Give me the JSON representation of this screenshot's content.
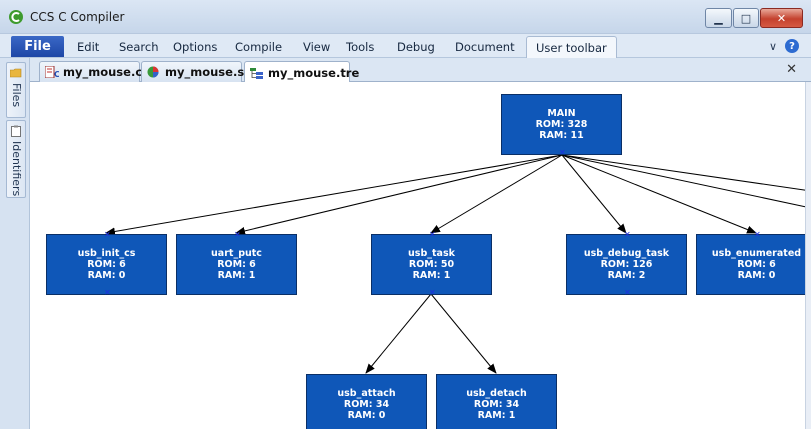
{
  "window": {
    "title": "CCS C Compiler"
  },
  "menu": {
    "file": "File",
    "items": [
      "Edit",
      "Search",
      "Options",
      "Compile",
      "View",
      "Tools",
      "Debug",
      "Document",
      "User toolbar"
    ]
  },
  "sidebar": {
    "files_label": "Files",
    "identifiers_label": "Identifiers"
  },
  "tabs": [
    {
      "label": "my_mouse.c",
      "icon": "c-source-icon"
    },
    {
      "label": "my_mouse.sta",
      "icon": "statistics-icon"
    },
    {
      "label": "my_mouse.tre",
      "icon": "tree-icon",
      "active": true
    }
  ],
  "tree": {
    "main": {
      "name": "MAIN",
      "rom": "ROM: 328",
      "ram": "RAM: 11"
    },
    "children": [
      {
        "name": "usb_init_cs",
        "rom": "ROM: 6",
        "ram": "RAM: 0"
      },
      {
        "name": "uart_putc",
        "rom": "ROM: 6",
        "ram": "RAM: 1"
      },
      {
        "name": "usb_task",
        "rom": "ROM: 50",
        "ram": "RAM: 1"
      },
      {
        "name": "usb_debug_task",
        "rom": "ROM: 126",
        "ram": "RAM: 2"
      },
      {
        "name": "usb_enumerated",
        "rom": "ROM: 6",
        "ram": "RAM: 0"
      }
    ],
    "grandchildren": [
      {
        "name": "usb_attach",
        "rom": "ROM: 34",
        "ram": "RAM: 0"
      },
      {
        "name": "usb_detach",
        "rom": "ROM: 34",
        "ram": "RAM: 1"
      }
    ]
  },
  "colors": {
    "node_fill": "#0f57b8",
    "edge": "#000000",
    "file_button": "#1d46a6"
  }
}
